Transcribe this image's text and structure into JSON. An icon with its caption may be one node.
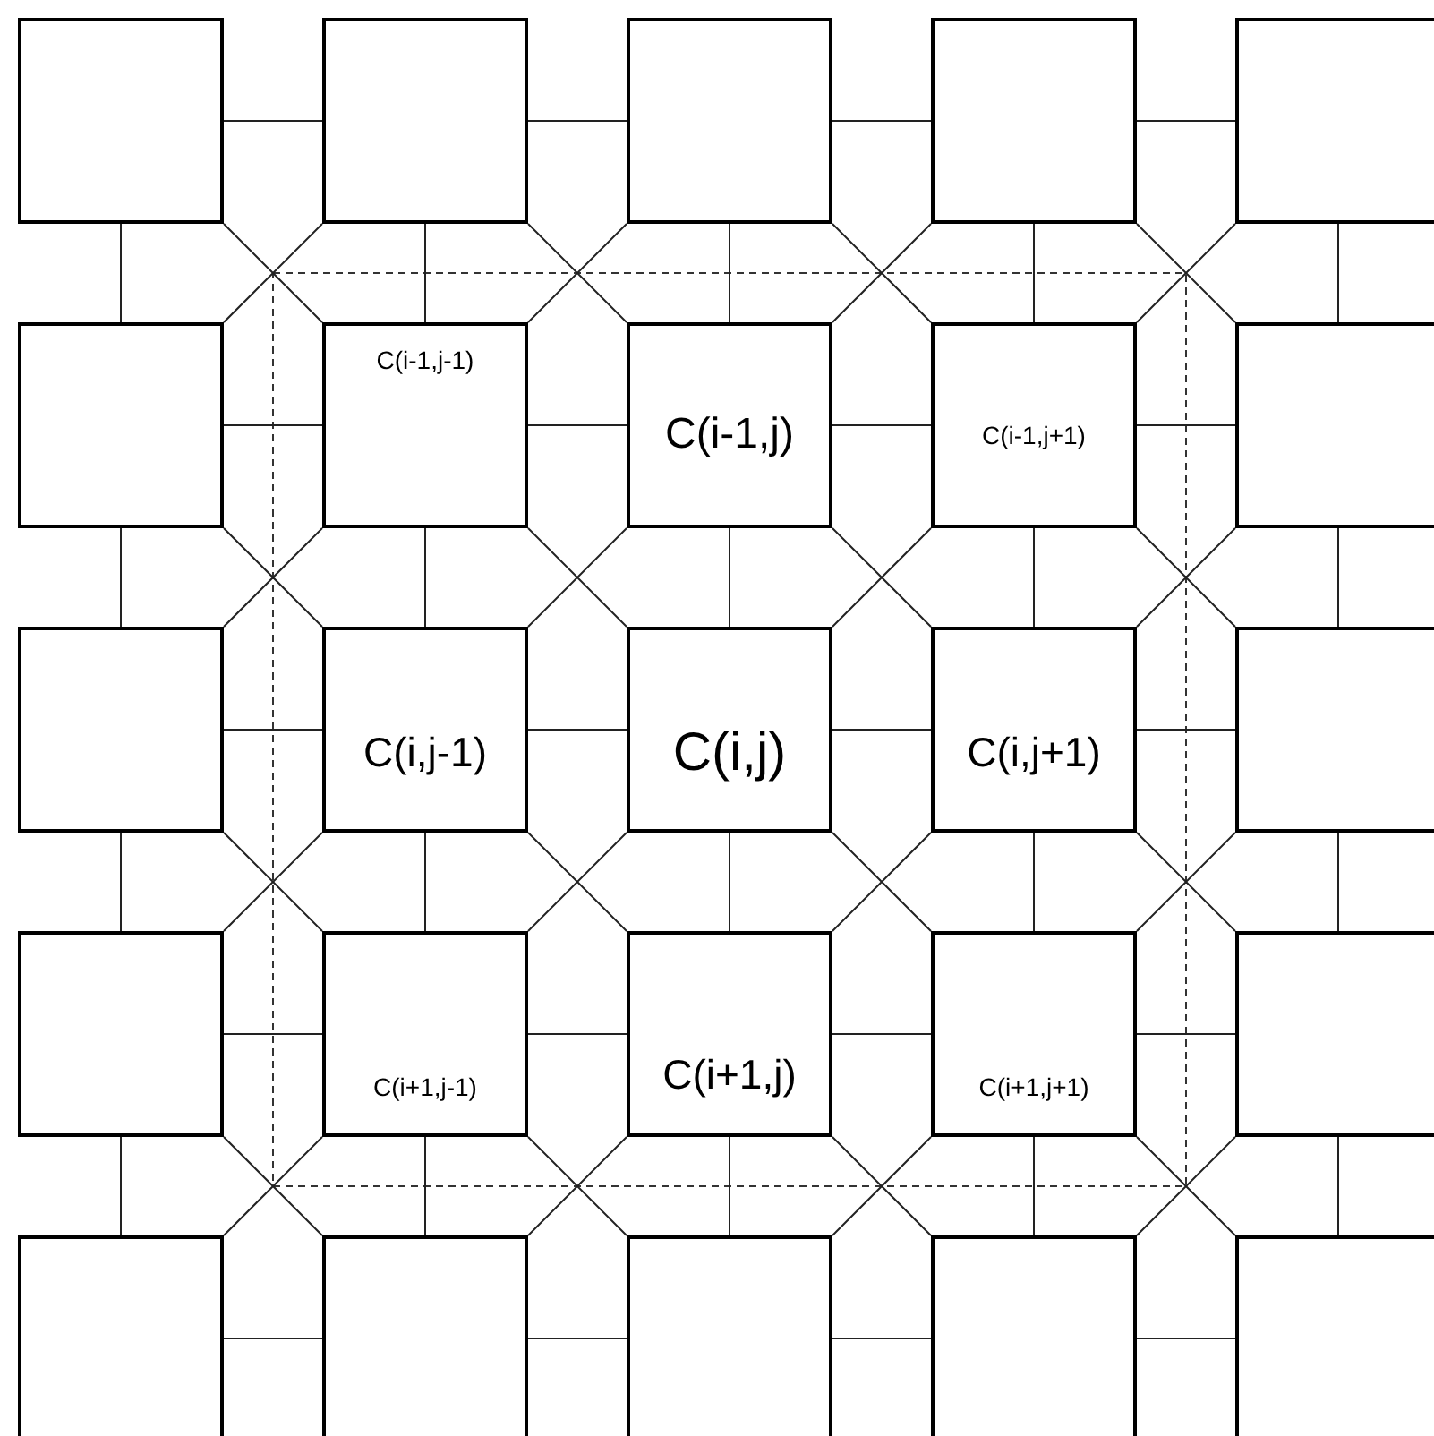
{
  "diagram": {
    "nodes": [
      {
        "text": [],
        "shape": "box"
      },
      {
        "text": [],
        "shape": "box"
      },
      {
        "text": [],
        "shape": "box"
      },
      {
        "text": [],
        "shape": "box"
      },
      {
        "text": [],
        "shape": "box"
      },
      {
        "text": [],
        "shape": "box"
      },
      {
        "text": [
          "C(i-1,j-1)"
        ]
      },
      {
        "text": [
          "C(i-1,j)"
        ]
      },
      {
        "text": [
          "C(i-1,j+1)"
        ]
      },
      {
        "text": [],
        "shape": "box"
      },
      {
        "text": [],
        "shape": "box"
      },
      {
        "text": [
          "C(i,j-1)"
        ]
      },
      {
        "text": [
          "C(i,j)"
        ]
      },
      {
        "text": [
          "C(i,j+1)"
        ]
      },
      {
        "text": [],
        "shape": "box"
      },
      {
        "text": [],
        "shape": "box"
      },
      {
        "text": [
          "C(i+1,j-1)"
        ]
      },
      {
        "text": [
          "C(i+1,j)"
        ]
      },
      {
        "text": [
          "C(i+1,j+1)"
        ]
      },
      {
        "text": [],
        "shape": "box"
      },
      {
        "text": [],
        "shape": "box"
      },
      {
        "text": [],
        "shape": "box"
      },
      {
        "text": [],
        "shape": "box"
      },
      {
        "text": [],
        "shape": "box"
      },
      {
        "text": [],
        "shape": "box"
      }
    ],
    "edges": [
      {
        "from": 0,
        "to": 1,
        "arrow": "none"
      },
      {
        "from": 1,
        "to": 2,
        "arrow": "none"
      },
      {
        "from": 2,
        "to": 3,
        "arrow": "none"
      },
      {
        "from": 3,
        "to": 4,
        "arrow": "none"
      },
      {
        "from": 5,
        "to": 6,
        "arrow": "none"
      },
      {
        "from": 6,
        "to": 7,
        "arrow": "none"
      },
      {
        "from": 7,
        "to": 8,
        "arrow": "none"
      },
      {
        "from": 8,
        "to": 9,
        "arrow": "none"
      },
      {
        "from": 10,
        "to": 11,
        "arrow": "none"
      },
      {
        "from": 11,
        "to": 12,
        "arrow": "none"
      },
      {
        "from": 12,
        "to": 13,
        "arrow": "none"
      },
      {
        "from": 13,
        "to": 14,
        "arrow": "none"
      },
      {
        "from": 15,
        "to": 16,
        "arrow": "none"
      },
      {
        "from": 16,
        "to": 17,
        "arrow": "none"
      },
      {
        "from": 17,
        "to": 18,
        "arrow": "none"
      },
      {
        "from": 18,
        "to": 19,
        "arrow": "none"
      },
      {
        "from": 20,
        "to": 21,
        "arrow": "none"
      },
      {
        "from": 21,
        "to": 22,
        "arrow": "none"
      },
      {
        "from": 22,
        "to": 23,
        "arrow": "none"
      },
      {
        "from": 23,
        "to": 24,
        "arrow": "none"
      },
      {
        "from": 0,
        "to": 5,
        "arrow": "none"
      },
      {
        "from": 1,
        "to": 6,
        "arrow": "none"
      },
      {
        "from": 2,
        "to": 7,
        "arrow": "none"
      },
      {
        "from": 3,
        "to": 8,
        "arrow": "none"
      },
      {
        "from": 4,
        "to": 9,
        "arrow": "none"
      },
      {
        "from": 5,
        "to": 10,
        "arrow": "none"
      },
      {
        "from": 6,
        "to": 11,
        "arrow": "none"
      },
      {
        "from": 7,
        "to": 12,
        "arrow": "none"
      },
      {
        "from": 8,
        "to": 13,
        "arrow": "none"
      },
      {
        "from": 9,
        "to": 14,
        "arrow": "none"
      },
      {
        "from": 10,
        "to": 15,
        "arrow": "none"
      },
      {
        "from": 11,
        "to": 16,
        "arrow": "none"
      },
      {
        "from": 12,
        "to": 17,
        "arrow": "none"
      },
      {
        "from": 13,
        "to": 18,
        "arrow": "none"
      },
      {
        "from": 14,
        "to": 19,
        "arrow": "none"
      },
      {
        "from": 15,
        "to": 20,
        "arrow": "none"
      },
      {
        "from": 16,
        "to": 21,
        "arrow": "none"
      },
      {
        "from": 17,
        "to": 22,
        "arrow": "none"
      },
      {
        "from": 18,
        "to": 23,
        "arrow": "none"
      },
      {
        "from": 19,
        "to": 24,
        "arrow": "none"
      },
      {
        "from": 0,
        "to": 6,
        "arrow": "none"
      },
      {
        "from": 1,
        "to": 5,
        "arrow": "none"
      },
      {
        "from": 1,
        "to": 7,
        "arrow": "none"
      },
      {
        "from": 2,
        "to": 6,
        "arrow": "none"
      },
      {
        "from": 2,
        "to": 8,
        "arrow": "none"
      },
      {
        "from": 3,
        "to": 7,
        "arrow": "none"
      },
      {
        "from": 3,
        "to": 9,
        "arrow": "none"
      },
      {
        "from": 4,
        "to": 8,
        "arrow": "none"
      },
      {
        "from": 5,
        "to": 11,
        "arrow": "none"
      },
      {
        "from": 6,
        "to": 10,
        "arrow": "none"
      },
      {
        "from": 6,
        "to": 12,
        "arrow": "none"
      },
      {
        "from": 7,
        "to": 11,
        "arrow": "none"
      },
      {
        "from": 7,
        "to": 13,
        "arrow": "none"
      },
      {
        "from": 8,
        "to": 12,
        "arrow": "none"
      },
      {
        "from": 8,
        "to": 14,
        "arrow": "none"
      },
      {
        "from": 9,
        "to": 13,
        "arrow": "none"
      },
      {
        "from": 10,
        "to": 16,
        "arrow": "none"
      },
      {
        "from": 11,
        "to": 15,
        "arrow": "none"
      },
      {
        "from": 11,
        "to": 17,
        "arrow": "none"
      },
      {
        "from": 12,
        "to": 16,
        "arrow": "none"
      },
      {
        "from": 12,
        "to": 18,
        "arrow": "none"
      },
      {
        "from": 13,
        "to": 17,
        "arrow": "none"
      },
      {
        "from": 13,
        "to": 19,
        "arrow": "none"
      },
      {
        "from": 14,
        "to": 18,
        "arrow": "none"
      },
      {
        "from": 15,
        "to": 21,
        "arrow": "none"
      },
      {
        "from": 16,
        "to": 20,
        "arrow": "none"
      },
      {
        "from": 16,
        "to": 22,
        "arrow": "none"
      },
      {
        "from": 17,
        "to": 21,
        "arrow": "none"
      },
      {
        "from": 17,
        "to": 23,
        "arrow": "none"
      },
      {
        "from": 18,
        "to": 22,
        "arrow": "none"
      },
      {
        "from": 18,
        "to": 24,
        "arrow": "none"
      },
      {
        "from": 19,
        "to": 23,
        "arrow": "none"
      }
    ]
  }
}
